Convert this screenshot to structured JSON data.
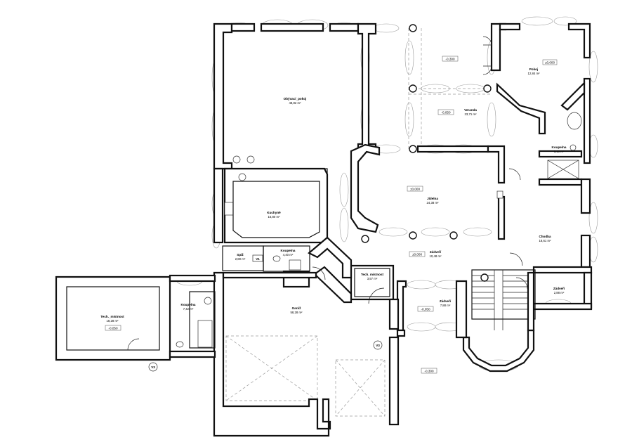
{
  "rooms": [
    {
      "id": "obyvaci-pokoj",
      "name": "Obývací_pokoj",
      "area": "48,82 m²"
    },
    {
      "id": "pokoj",
      "name": "Pokoj",
      "area": "12,84 m²"
    },
    {
      "id": "veranda",
      "name": "Veranda",
      "area": "23,71 m²"
    },
    {
      "id": "koupelna-top",
      "name": "Koupelna",
      "area": "5,10 m²"
    },
    {
      "id": "kuchyne",
      "name": "Kuchyně",
      "area": "16,80 m²"
    },
    {
      "id": "jidelna",
      "name": "Jídelna",
      "area": "24,38 m²"
    },
    {
      "id": "chodba",
      "name": "Chodba",
      "area": "18,61 m²"
    },
    {
      "id": "spiz",
      "name": "Spíž",
      "area": "2,80 m²"
    },
    {
      "id": "wc",
      "name": "Koupelna",
      "area": "4,40 m²"
    },
    {
      "id": "zadveri",
      "name": "Zádveří",
      "area": "10,48 m²"
    },
    {
      "id": "tech-mistnost",
      "name": "Tech. místnost",
      "area": "3,57 m²"
    },
    {
      "id": "zadveri2",
      "name": "Zádveří",
      "area": "7,88 m²"
    },
    {
      "id": "zadveri3",
      "name": "Zádveří",
      "area": "2,88 m²"
    },
    {
      "id": "koupelna-left",
      "name": "Koupelna",
      "area": "7,42 m²"
    },
    {
      "id": "garaz",
      "name": "Garáž",
      "area": "58,28 m²"
    },
    {
      "id": "tech-zahrada",
      "name": "Tech._místnost",
      "area": "18,28 m²"
    }
  ],
  "levels": [
    "±0,000",
    "-0,300",
    "-0,050",
    "±0,000",
    "±0,000",
    "-0,050",
    "-0,050",
    "-0,300"
  ],
  "marks": [
    "V1",
    "V3",
    "V3"
  ]
}
